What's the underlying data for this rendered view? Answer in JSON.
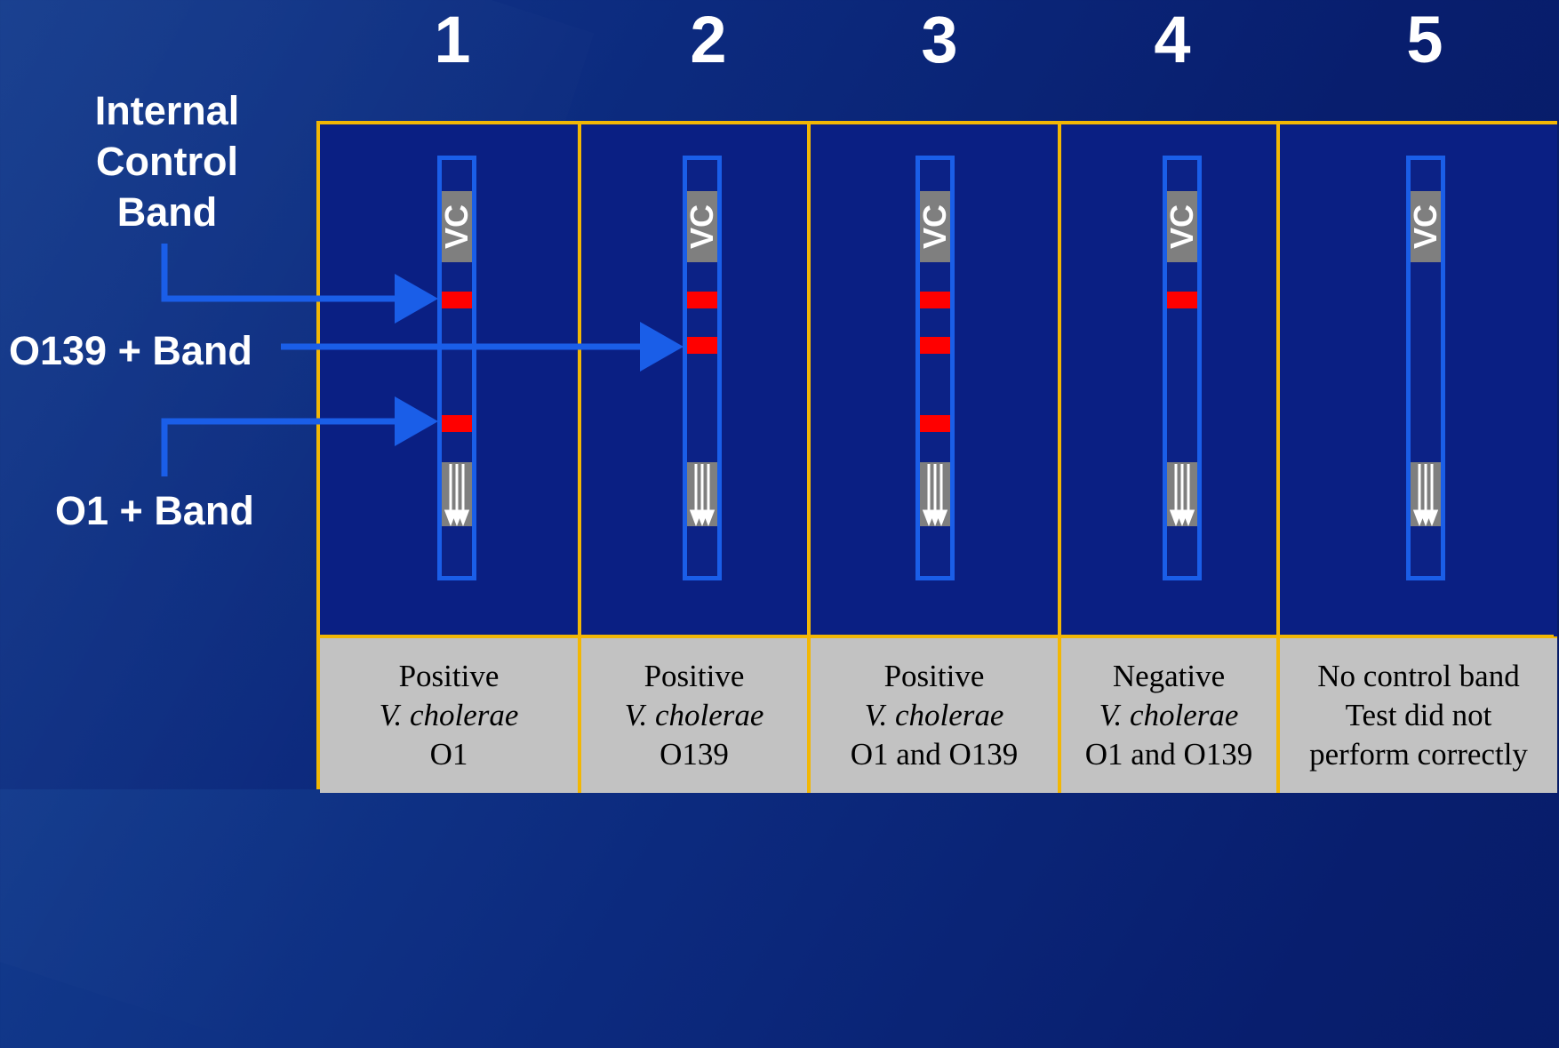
{
  "lane_numbers": [
    "1",
    "2",
    "3",
    "4",
    "5"
  ],
  "labels": {
    "internal_control_line1": "Internal",
    "internal_control_line2": "Control",
    "internal_control_line3": "Band",
    "o139_band": "O139 + Band",
    "o1_band": "O1 + Band"
  },
  "strip_marker": "VC",
  "lanes": [
    {
      "control_band": true,
      "o139_band": false,
      "o1_band": true,
      "result_line1": "Positive",
      "result_line2": "V. cholerae",
      "result_line3": "O1"
    },
    {
      "control_band": true,
      "o139_band": true,
      "o1_band": false,
      "result_line1": "Positive",
      "result_line2": "V. cholerae",
      "result_line3": "O139"
    },
    {
      "control_band": true,
      "o139_band": true,
      "o1_band": true,
      "result_line1": "Positive",
      "result_line2": "V. cholerae",
      "result_line3": "O1 and O139"
    },
    {
      "control_band": true,
      "o139_band": false,
      "o1_band": false,
      "result_line1": "Negative",
      "result_line2": "V. cholerae",
      "result_line3": "O1 and O139"
    },
    {
      "control_band": false,
      "o139_band": false,
      "o1_band": false,
      "result_line1": "No control band",
      "result_line2": "Test did not",
      "result_line3": "perform correctly"
    }
  ],
  "colors": {
    "background": "#0a2279",
    "grid_border": "#f2b705",
    "strip_outline": "#1a5ee8",
    "band": "#ff0000",
    "result_bg": "#c2c2c2",
    "arrow": "#1a5ee8"
  }
}
